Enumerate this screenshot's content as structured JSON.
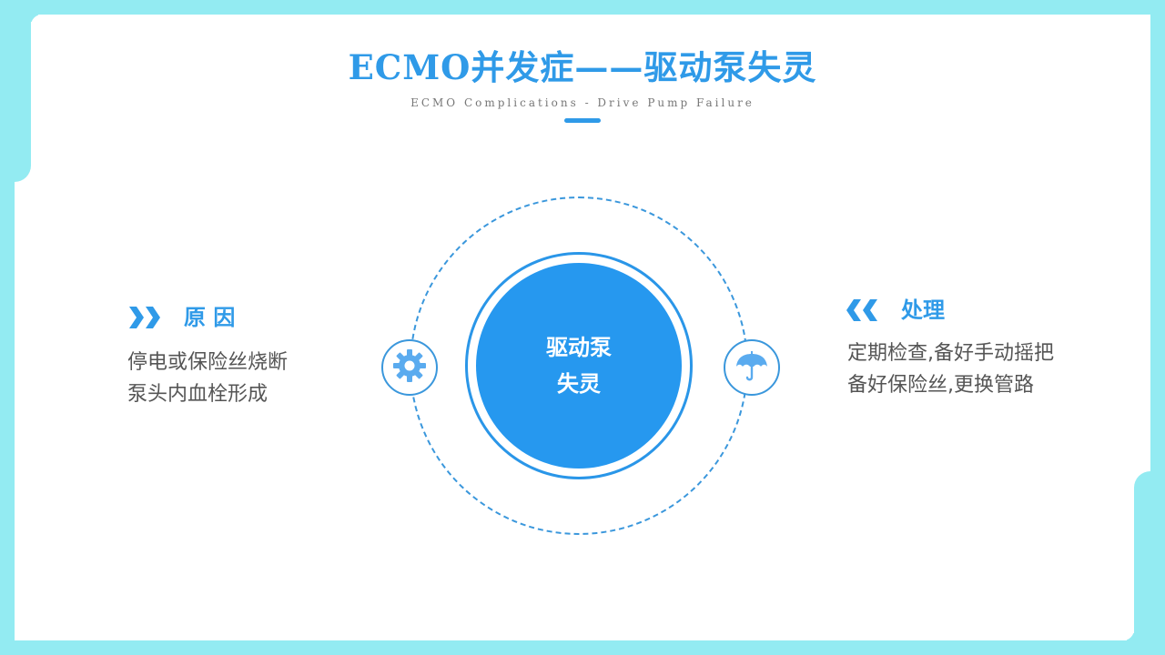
{
  "slide": {
    "title": "ECMO并发症——驱动泵失灵",
    "subtitle": "ECMO Complications -  Drive Pump Failure",
    "accent_color": "#2f9ae8",
    "frame_color": "#93ebf2"
  },
  "diagram": {
    "center": {
      "line1": "驱动泵",
      "line2": "失灵"
    },
    "left_node_icon": "gear-icon",
    "right_node_icon": "umbrella-icon"
  },
  "left_panel": {
    "icon": "double-chevron-right-icon",
    "heading": "原 因",
    "lines": [
      "停电或保险丝烧断",
      "泵头内血栓形成"
    ]
  },
  "right_panel": {
    "icon": "double-chevron-left-icon",
    "heading": "处理",
    "lines": [
      "定期检查,备好手动摇把",
      "备好保险丝,更换管路"
    ]
  }
}
